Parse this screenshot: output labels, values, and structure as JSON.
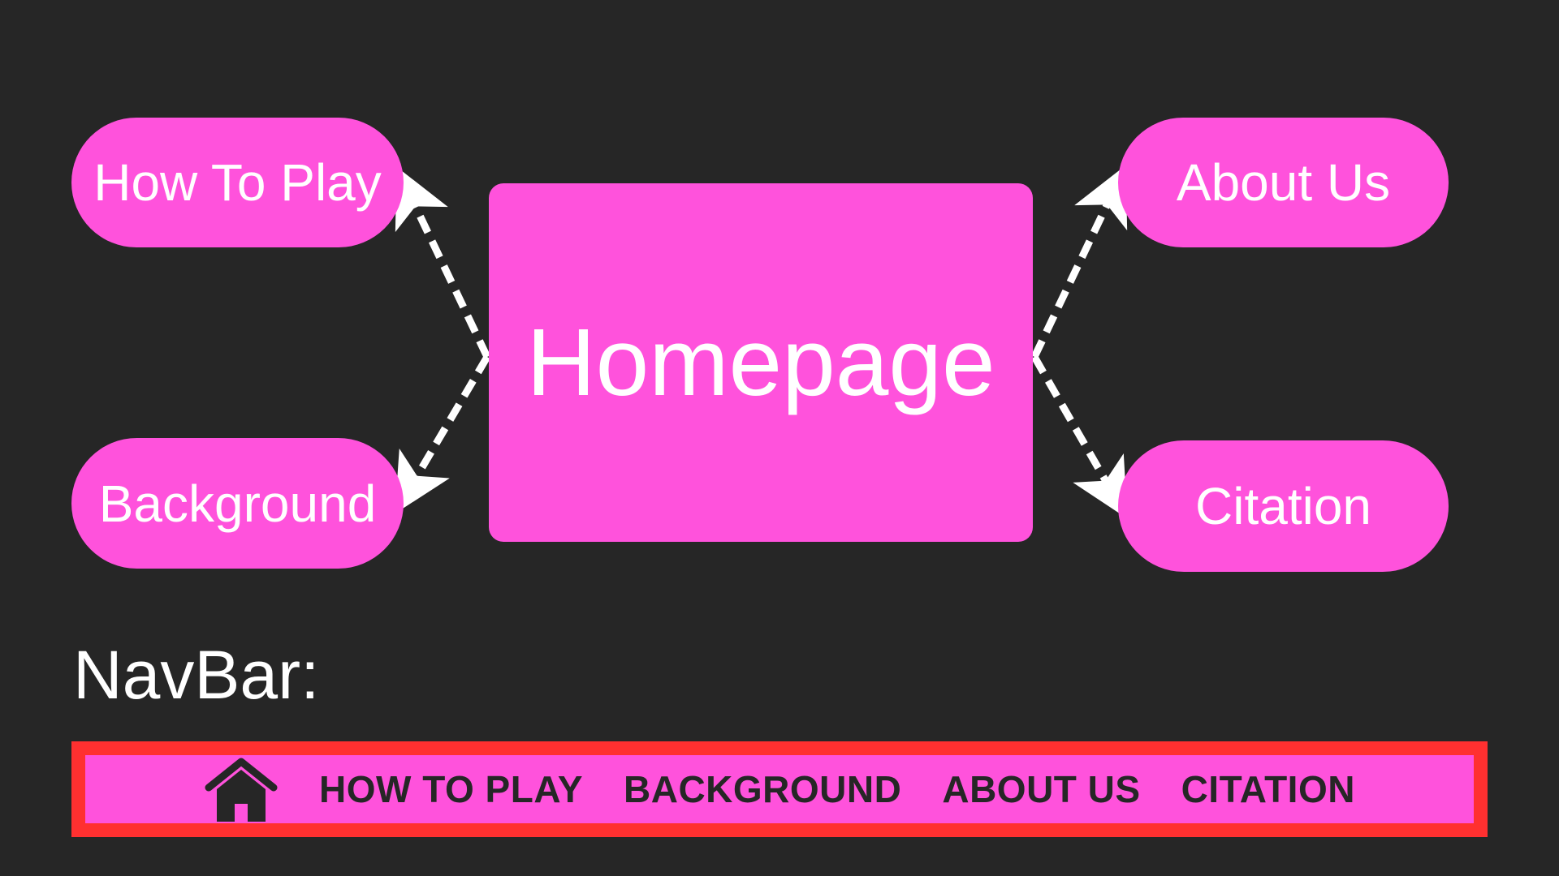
{
  "diagram": {
    "center": "Homepage",
    "left_top": "How To Play",
    "left_bottom": "Background",
    "right_top": "About Us",
    "right_bottom": "Citation"
  },
  "navbar": {
    "heading": "NavBar:",
    "home_icon": "home-icon",
    "items": [
      "HOW TO PLAY",
      "BACKGROUND",
      "ABOUT US",
      "CITATION"
    ]
  },
  "colors": {
    "background": "#262626",
    "pink": "#ff52dc",
    "red_border": "#ff3030",
    "white": "#ffffff",
    "dark_text": "#262626"
  }
}
